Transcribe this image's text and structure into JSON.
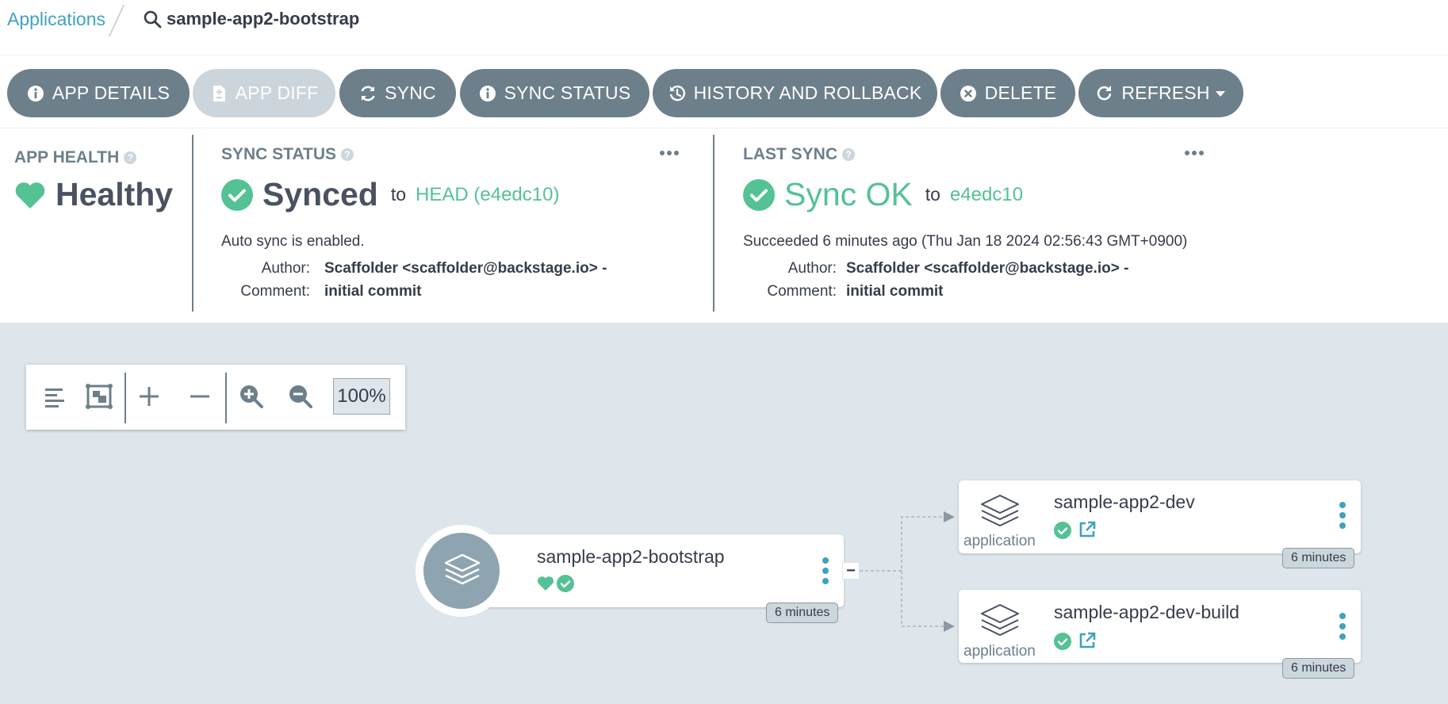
{
  "breadcrumb": {
    "root": "Applications",
    "current": "sample-app2-bootstrap"
  },
  "toolbar": {
    "app_details": "APP DETAILS",
    "app_diff": "APP DIFF",
    "sync": "SYNC",
    "sync_status": "SYNC STATUS",
    "history": "HISTORY AND ROLLBACK",
    "delete": "DELETE",
    "refresh": "REFRESH"
  },
  "app_health": {
    "label": "APP HEALTH",
    "value": "Healthy"
  },
  "sync_status": {
    "label": "SYNC STATUS",
    "value": "Synced",
    "to_word": "to",
    "revision": "HEAD (e4edc10)",
    "auto_sync": "Auto sync is enabled.",
    "author_key": "Author:",
    "author": "Scaffolder <scaffolder@backstage.io> -",
    "comment_key": "Comment:",
    "comment": "initial commit"
  },
  "last_sync": {
    "label": "LAST SYNC",
    "value": "Sync OK",
    "to_word": "to",
    "revision": "e4edc10",
    "succeeded": "Succeeded 6 minutes ago (Thu Jan 18 2024 02:56:43 GMT+0900)",
    "author_key": "Author:",
    "author": "Scaffolder <scaffolder@backstage.io> -",
    "comment_key": "Comment:",
    "comment": "initial commit"
  },
  "zoom": {
    "level": "100%"
  },
  "graph": {
    "root": {
      "name": "sample-app2-bootstrap",
      "age": "6 minutes"
    },
    "children": [
      {
        "name": "sample-app2-dev",
        "kind": "application",
        "age": "6 minutes"
      },
      {
        "name": "sample-app2-dev-build",
        "kind": "application",
        "age": "6 minutes"
      }
    ],
    "collapse_symbol": "−"
  },
  "colors": {
    "accent": "#40a2bd",
    "healthy": "#54c294",
    "button": "#6d7f8b",
    "button_disabled": "#cdd5dc",
    "graph_bg": "#dee6eb"
  },
  "icons": {
    "search": "search-icon",
    "info": "info-icon",
    "diff": "file-diff-icon",
    "sync": "sync-icon",
    "history": "history-icon",
    "delete": "times-circle-icon",
    "refresh": "refresh-icon",
    "caret": "caret-down-icon",
    "heart": "heart-icon",
    "check": "check-circle-icon",
    "external": "external-link-icon",
    "layers": "layers-icon"
  }
}
